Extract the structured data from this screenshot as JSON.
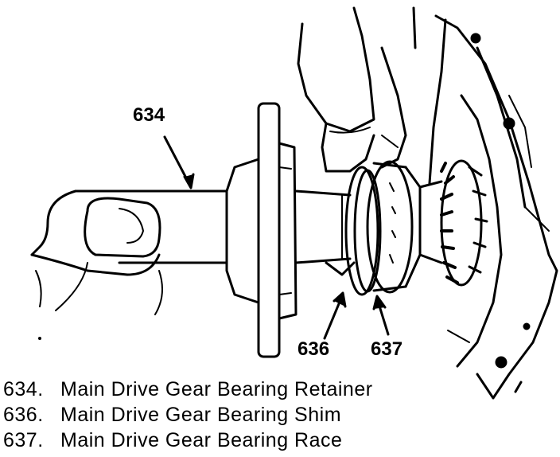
{
  "callouts": {
    "c634": "634",
    "c636": "636",
    "c637": "637"
  },
  "legend": [
    {
      "number": "634.",
      "label": "Main Drive Gear Bearing Retainer"
    },
    {
      "number": "636.",
      "label": "Main Drive Gear Bearing Shim"
    },
    {
      "number": "637.",
      "label": "Main Drive Gear Bearing Race"
    }
  ],
  "colors": {
    "ink": "#000000",
    "paper": "#ffffff"
  }
}
